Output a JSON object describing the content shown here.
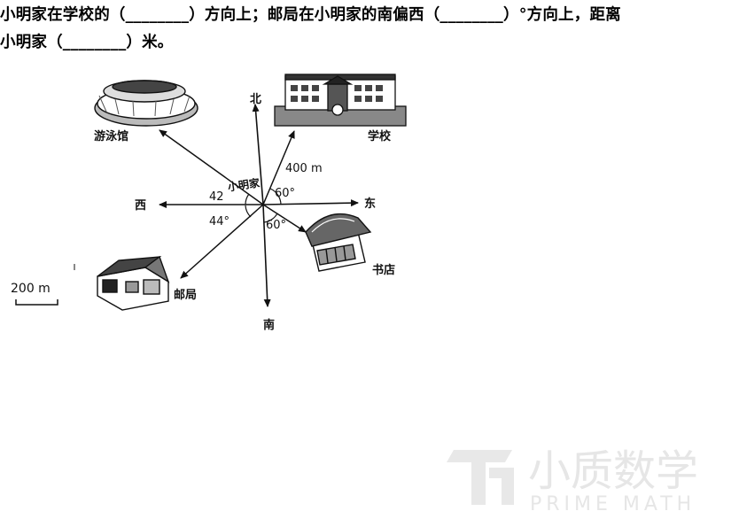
{
  "question": {
    "line1": "小明家在学校的（________）方向上；邮局在小明家的南偏西（________）°方向上，距离",
    "line2": "小明家（________）米。"
  },
  "compass": {
    "north": "北",
    "south": "南",
    "east": "东",
    "west": "西",
    "center": "小明家"
  },
  "places": {
    "pool": "游泳馆",
    "school": "学校",
    "bookstore": "书店",
    "post_office": "邮局"
  },
  "annotations": {
    "school_distance": "400 m",
    "angle_school": "60°",
    "angle_pool": "42",
    "angle_post": "44°",
    "angle_bookstore": "60°"
  },
  "scale": {
    "label": "200 m"
  },
  "watermark": {
    "cn": "小质数学",
    "en": "PRIME MATH"
  },
  "colors": {
    "ink": "#111111",
    "watermark": "#e6e6e6"
  }
}
